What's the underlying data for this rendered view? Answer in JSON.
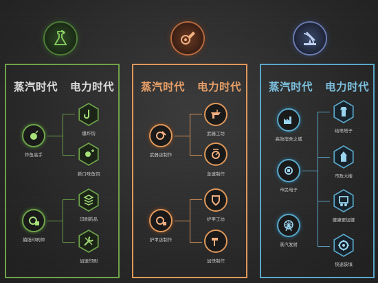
{
  "colors": {
    "green": "#6ea34a",
    "orange": "#e0985a",
    "blue": "#5aa7c9"
  },
  "columns": [
    {
      "theme": "green",
      "emblem_icon": "flask-leaf-icon",
      "left_title": "蒸汽时代",
      "right_title": "电力时代",
      "groups": [
        {
          "source": {
            "label": "炸鱼高手",
            "icon": "fish-bomb-icon"
          },
          "targets": [
            {
              "label": "爆炸钩",
              "icon": "hook-icon"
            },
            {
              "label": "新口味鱼饵",
              "icon": "bait-icon"
            }
          ]
        },
        {
          "source": {
            "label": "捕纸印刷师",
            "icon": "gear-scroll-icon"
          },
          "targets": [
            {
              "label": "印刷新品",
              "icon": "print-icon"
            },
            {
              "label": "加速印刷",
              "icon": "wrench-icon"
            }
          ]
        }
      ]
    },
    {
      "theme": "orange",
      "emblem_icon": "gear-tool-icon",
      "left_title": "蒸汽时代",
      "right_title": "电力时代",
      "groups": [
        {
          "source": {
            "label": "武器店制作",
            "icon": "gear-weapon-icon"
          },
          "targets": [
            {
              "label": "武器工坊",
              "icon": "anvil-icon"
            },
            {
              "label": "急速制作",
              "icon": "speed-craft-icon"
            }
          ]
        },
        {
          "source": {
            "label": "护甲店制作",
            "icon": "gear-armor-icon"
          },
          "targets": [
            {
              "label": "护甲工坊",
              "icon": "armor-icon"
            },
            {
              "label": "加快制作",
              "icon": "hammer-icon"
            }
          ]
        }
      ]
    },
    {
      "theme": "blue",
      "emblem_icon": "satellite-dish-icon",
      "left_title": "蒸汽时代",
      "right_title": "电力时代",
      "left_nodes": [
        {
          "label": "高效宿舍之城",
          "icon": "factory-icon"
        },
        {
          "label": "市民电子",
          "icon": "gear-city-icon"
        },
        {
          "label": "蒸汽发射",
          "icon": "ferris-wheel-icon"
        }
      ],
      "right_nodes": [
        {
          "label": "给喷塔子",
          "icon": "tower-icon"
        },
        {
          "label": "市政大楼",
          "icon": "tower-gear-icon"
        },
        {
          "label": "健康更加健",
          "icon": "machine-icon"
        },
        {
          "label": "快速装填",
          "icon": "wheel-gear-icon"
        }
      ]
    }
  ]
}
